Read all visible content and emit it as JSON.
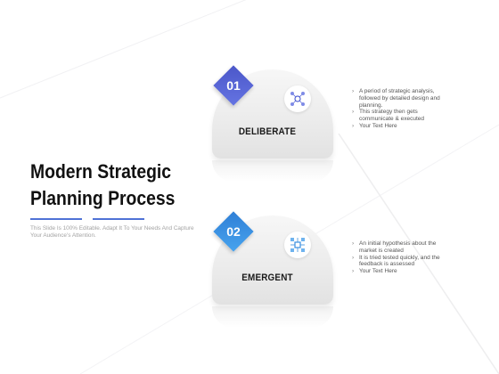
{
  "slide": {
    "title_line1": "Modern Strategic",
    "title_line2": "Planning Process",
    "subtitle": "This Slide Is 100% Editable. Adapt It To Your Needs And Capture Your Audience's Attention."
  },
  "colors": {
    "step1_accent": "#5261d4",
    "step2_accent": "#3a8fe0",
    "underline": "#4f72d6"
  },
  "steps": [
    {
      "number": "01",
      "label": "DELIBERATE",
      "icon": "network-nodes-icon",
      "bullets": [
        "A period of strategic analysis, followed by detailed design and planning.",
        "This strategy then gets communicate & executed",
        "Your Text Here"
      ]
    },
    {
      "number": "02",
      "label": "EMERGENT",
      "icon": "grid-hub-icon",
      "bullets": [
        "An initial hypothesis about the market is created",
        "It is tried tested quickly, and the feedback is assessed",
        "Your Text Here"
      ]
    }
  ]
}
